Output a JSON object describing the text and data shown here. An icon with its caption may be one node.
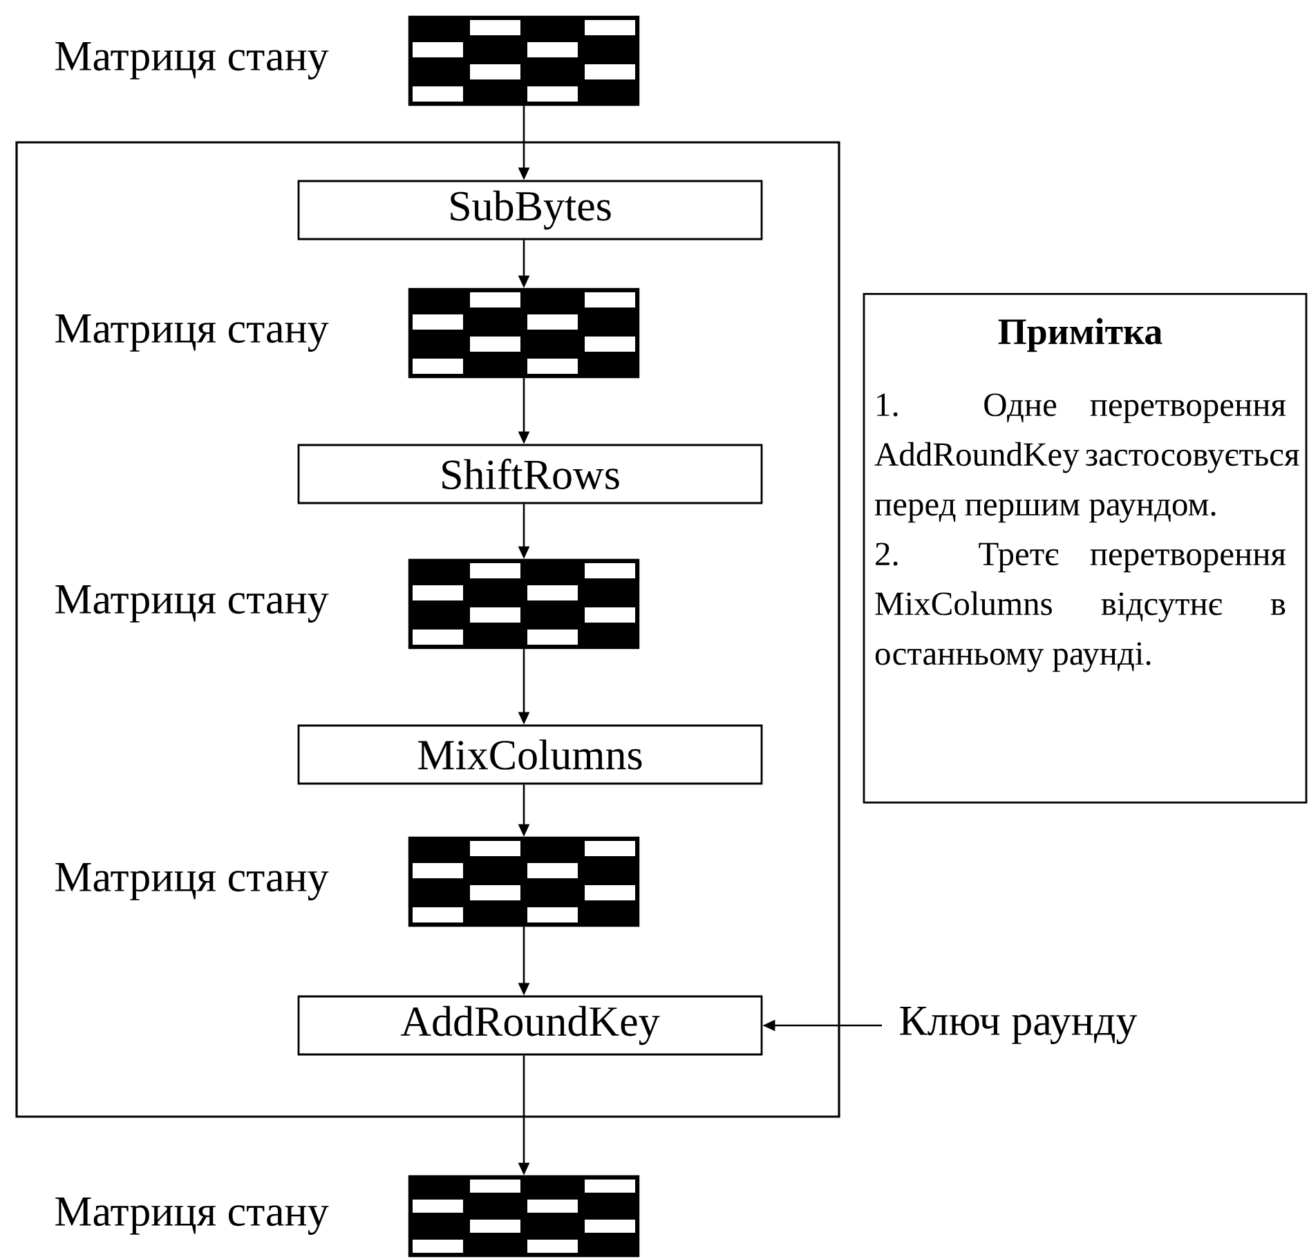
{
  "diagram": {
    "nodes": [
      {
        "text": [],
        "shape": "picture"
      },
      {
        "text": [],
        "shape": "box"
      },
      {
        "text": [
          "SubBytes"
        ],
        "in": 1
      },
      {
        "text": [],
        "shape": "picture",
        "in": 1
      },
      {
        "text": [
          "ShiftRows"
        ],
        "in": 1
      },
      {
        "text": [],
        "shape": "picture",
        "in": 1
      },
      {
        "text": [
          "MixColumns"
        ],
        "in": 1
      },
      {
        "text": [],
        "shape": "picture",
        "in": 1
      },
      {
        "text": [
          "AddRoundKey"
        ],
        "in": 1
      },
      {
        "text": [
          "Примітка",
          "1. Одне перетворення AddRoundKey застосовується перед першим раундом.",
          "2. Третє перетворення MixColumns відсутнє в останньому раунді."
        ]
      },
      {
        "text": [
          "Ключ раунду"
        ]
      },
      {
        "text": [],
        "shape": "picture"
      }
    ],
    "labels": [
      "Матриця стану",
      "Матриця стану",
      "Матриця стану",
      "Матриця стану",
      "Матриця стану"
    ],
    "edges": [
      {
        "from": 0,
        "to": 2,
        "arrow": "to"
      },
      {
        "from": 2,
        "to": 3,
        "arrow": "to"
      },
      {
        "from": 3,
        "to": 4,
        "arrow": "to"
      },
      {
        "from": 4,
        "to": 5,
        "arrow": "to"
      },
      {
        "from": 5,
        "to": 6,
        "arrow": "to"
      },
      {
        "from": 6,
        "to": 7,
        "arrow": "to"
      },
      {
        "from": 7,
        "to": 8,
        "arrow": "to"
      },
      {
        "from": 10,
        "to": 8,
        "arrow": "to"
      },
      {
        "from": 8,
        "to": 11,
        "arrow": "to"
      }
    ]
  }
}
